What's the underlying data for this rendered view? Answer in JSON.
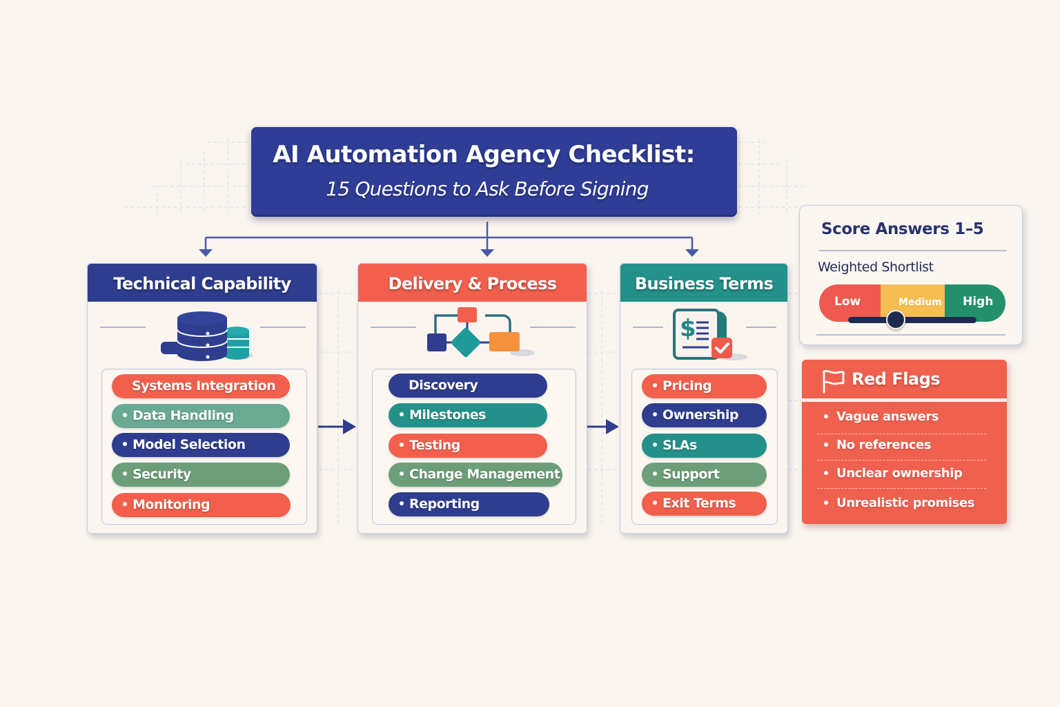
{
  "title": {
    "main": "AI Automation Agency Checklist:",
    "subtitle": "15 Questions to Ask Before Signing"
  },
  "categories": [
    {
      "title": "Technical Capability",
      "icon": "database-icon",
      "color": "#2f3d8f",
      "items": [
        {
          "label": "Systems Integration",
          "color": "coral",
          "bullet": false
        },
        {
          "label": "Data Handling",
          "color": "mint",
          "bullet": true
        },
        {
          "label": "Model Selection",
          "color": "navy",
          "bullet": true
        },
        {
          "label": "Security",
          "color": "sage",
          "bullet": true
        },
        {
          "label": "Monitoring",
          "color": "coral",
          "bullet": true
        }
      ]
    },
    {
      "title": "Delivery & Process",
      "icon": "flowchart-icon",
      "color": "#f2604d",
      "items": [
        {
          "label": "Discovery",
          "color": "navy",
          "bullet": false
        },
        {
          "label": "Milestones",
          "color": "teal",
          "bullet": true
        },
        {
          "label": "Testing",
          "color": "coral",
          "bullet": true
        },
        {
          "label": "Change Management",
          "color": "sage",
          "bullet": true
        },
        {
          "label": "Reporting",
          "color": "navy",
          "bullet": true
        }
      ]
    },
    {
      "title": "Business Terms",
      "icon": "invoice-check-icon",
      "color": "#23908a",
      "items": [
        {
          "label": "Pricing",
          "color": "coral",
          "bullet": true
        },
        {
          "label": "Ownership",
          "color": "navy",
          "bullet": true
        },
        {
          "label": "SLAs",
          "color": "teal",
          "bullet": true
        },
        {
          "label": "Support",
          "color": "sage",
          "bullet": true
        },
        {
          "label": "Exit Terms",
          "color": "coral",
          "bullet": true
        }
      ]
    }
  ],
  "score": {
    "title": "Score Answers 1–5",
    "subtitle": "Weighted Shortlist",
    "levels": [
      "Low",
      "Medium",
      "High"
    ],
    "slider_position": 0.37
  },
  "red_flags": {
    "title": "Red Flags",
    "icon": "flag-icon",
    "items": [
      "Vague answers",
      "No references",
      "Unclear ownership",
      "Unrealistic promises"
    ]
  },
  "colors": {
    "navy": "#2f3d8f",
    "coral": "#f2604d",
    "teal": "#23908a",
    "sage": "#6c9f79",
    "mint": "#6aaa92",
    "background": "#fbf5ef"
  }
}
